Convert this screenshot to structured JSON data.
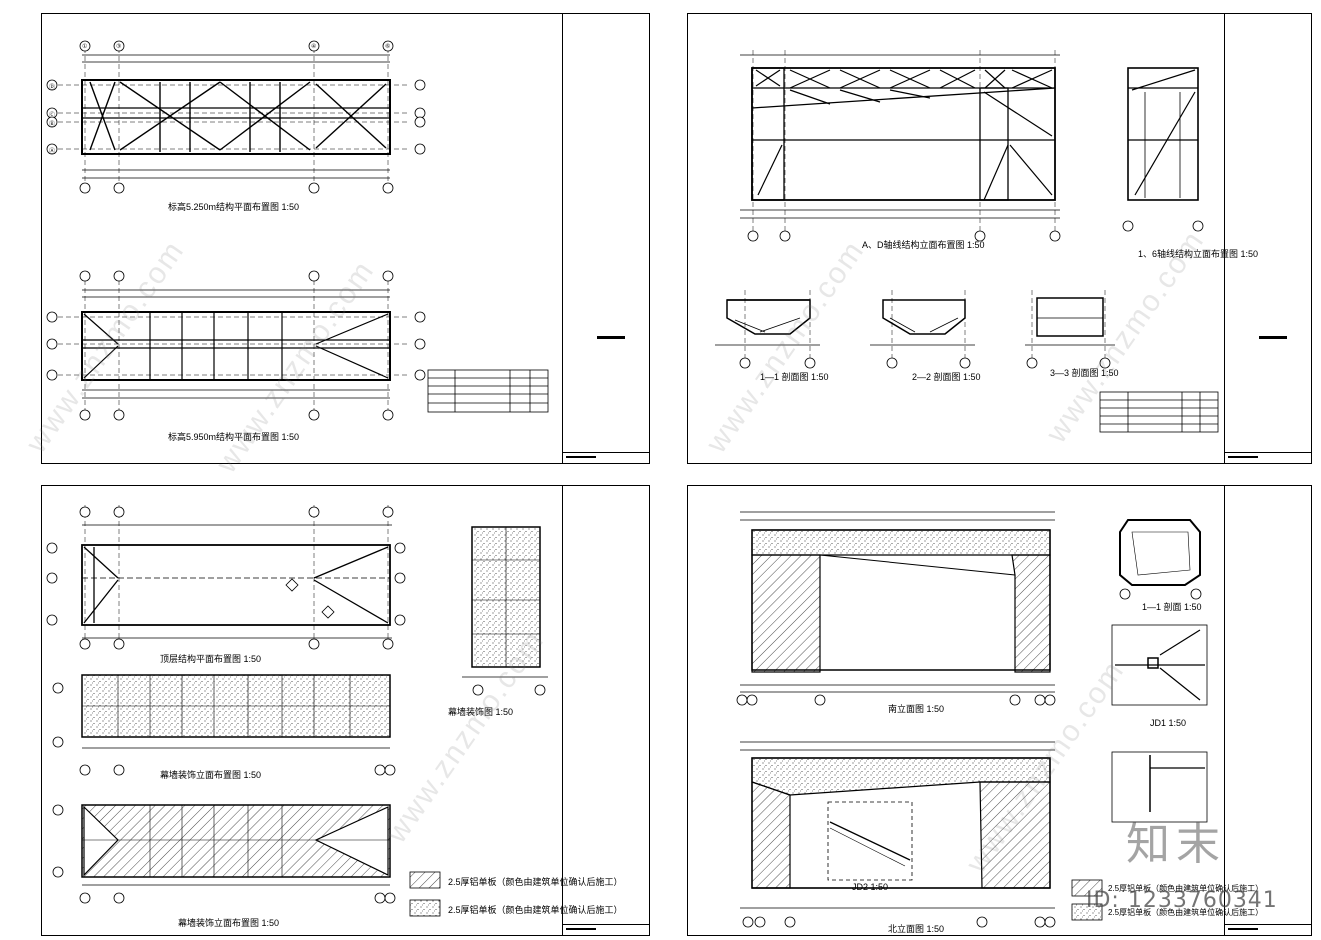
{
  "captions": {
    "p1_plan_top": "标高5.250m结构平面布置图 1:50",
    "p1_plan_bottom": "标高5.950m结构平面布置图 1:50",
    "p2_elev_main": "A、D轴线结构立面布置图 1:50",
    "p2_elev_side": "1、6轴线结构立面布置图 1:50",
    "p2_sec1": "1—1 剖面图 1:50",
    "p2_sec2": "2—2 剖面图 1:50",
    "p2_sec3": "3—3 剖面图 1:50",
    "p3_plan_a": "顶层结构平面布置图 1:50",
    "p3_plan_b": "幕墙装饰立面布置图 1:50",
    "p3_plan_c": "幕墙装饰立面布置图 1:50",
    "p3_side": "幕墙装饰图 1:50",
    "p4_elev_a": "南立面图 1:50",
    "p4_elev_b": "北立面图 1:50",
    "p4_sec": "1—1 剖面 1:50",
    "p4_jd1": "JD1 1:50",
    "p4_jd2": "JD2 1:50"
  },
  "legend": {
    "hatch": "2.5厚铝单板（颜色由建筑单位确认后施工）",
    "dots": "2.5厚铝单板（颜色由建筑单位确认后施工）",
    "hatch_p4": "2.5厚铝单板（颜色由建筑单位确认后施工）",
    "dots_p4": "2.5厚铝单板（颜色由建筑单位确认后施工）"
  },
  "watermark": {
    "site": "www.znzmo.com",
    "brand": "知末",
    "id": "ID: 1233760341"
  },
  "axes": {
    "labels": [
      "①",
      "③",
      "④",
      "⑥"
    ],
    "rows": [
      "Ⓓ",
      "Ⓒ",
      "Ⓑ",
      "Ⓐ"
    ]
  }
}
